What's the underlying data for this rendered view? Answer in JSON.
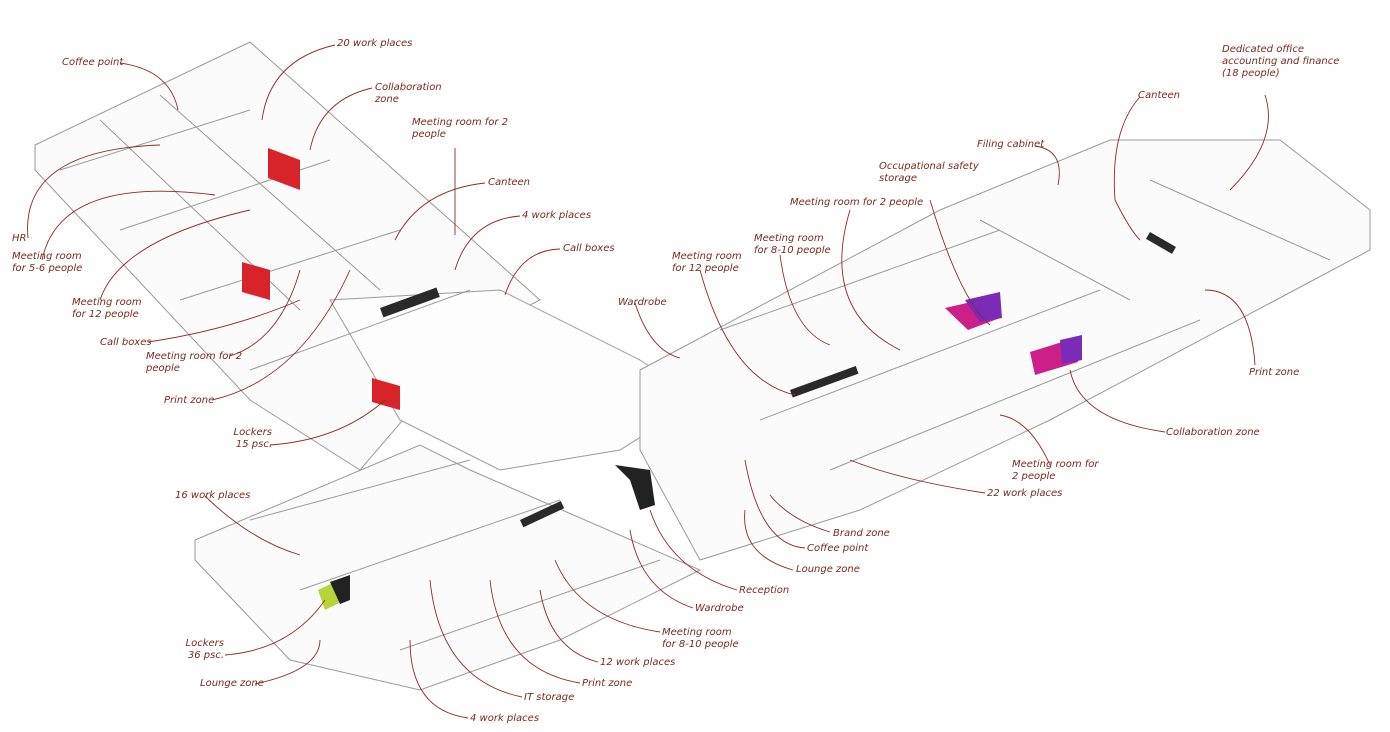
{
  "accent_color": "#8b2e22",
  "labels": {
    "coffee_point_top": "Coffee point",
    "work_places_20": "20 work places",
    "collaboration_zone_top": "Collaboration\nzone",
    "meeting_room_2_top": "Meeting room for 2\npeople",
    "canteen_left": "Canteen",
    "work_places_4_top": "4 work places",
    "call_boxes_right": "Call boxes",
    "hr": "HR",
    "meeting_room_5_6": "Meeting room\nfor 5-6 people",
    "meeting_room_12_left": "Meeting room\nfor 12 people",
    "call_boxes_left": "Call boxes",
    "meeting_room_2_left": "Meeting room for 2\npeople",
    "print_zone_left": "Print zone",
    "lockers_15": "Lockers\n15 psc.",
    "wardrobe_top": "Wardrobe",
    "meeting_room_12_center": "Meeting room\nfor 12 people",
    "meeting_room_8_10_top": "Meeting room\nfor 8-10 people",
    "meeting_room_2_center": "Meeting room for 2 people",
    "occupational_safety": "Occupational safety\nstorage",
    "filing_cabinet": "Filing cabinet",
    "canteen_right": "Canteen",
    "dedicated_office": "Dedicated office\naccounting and finance\n(18 people)",
    "print_zone_right": "Print zone",
    "collaboration_zone_right": "Collaboration zone",
    "meeting_room_2_right": "Meeting room for\n2 people",
    "work_places_22": "22 work places",
    "brand_zone": "Brand zone",
    "coffee_point_bottom": "Coffee point",
    "lounge_zone_center": "Lounge zone",
    "reception": "Reception",
    "wardrobe_bottom": "Wardrobe",
    "meeting_room_8_10_bottom": "Meeting room\nfor 8-10 people",
    "work_places_12": "12 work places",
    "print_zone_bottom": "Print zone",
    "it_storage": "IT storage",
    "work_places_4_bottom": "4 work places",
    "work_places_16": "16 work places",
    "lockers_36": "Lockers\n36 psc.",
    "lounge_zone_left": "Lounge zone"
  }
}
